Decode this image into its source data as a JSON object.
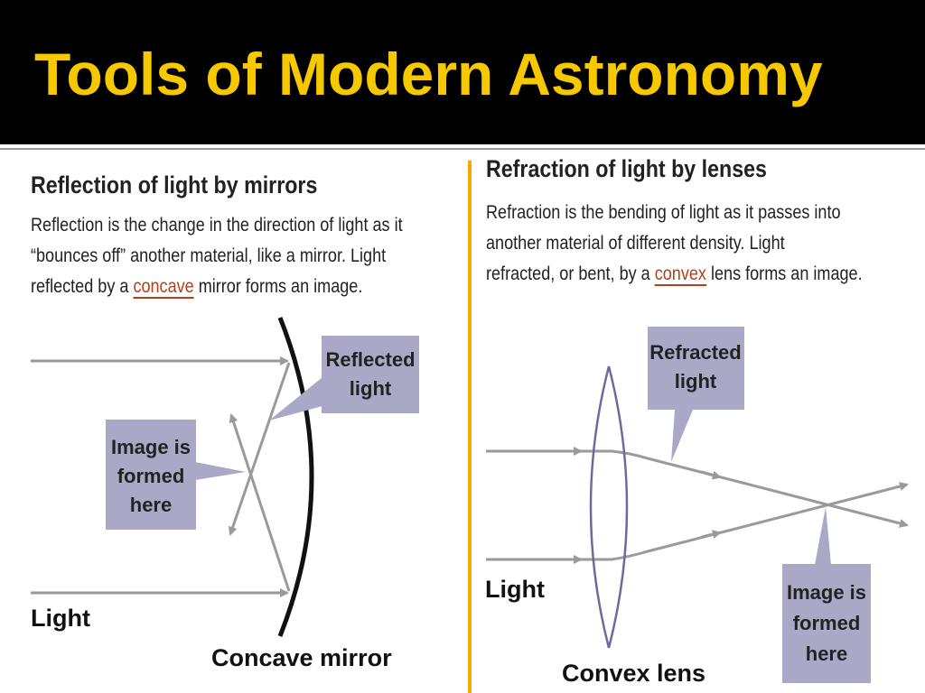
{
  "slide": {
    "title": "Tools of Modern Astronomy"
  },
  "colors": {
    "title": "#f5c800",
    "divider": "#f2a900",
    "keyword": "#b3401b",
    "callout_fill": "#a9a8c7",
    "ray": "#9a9a9a",
    "mirror": "#111111",
    "lens": "#6d6aa0"
  },
  "reflection": {
    "heading": "Reflection of light by mirrors",
    "text_lines": [
      "Reflection is the change in the direction of light as it",
      "“bounces off” another material, like a mirror. Light"
    ],
    "text_prefix": "reflected by a ",
    "keyword": "concave",
    "text_suffix": " mirror forms an image.",
    "callout_reflected": [
      "Reflected",
      "light"
    ],
    "callout_image": [
      "Image is",
      "formed",
      "here"
    ],
    "label_light": "Light",
    "label_mirror": "Concave mirror"
  },
  "refraction": {
    "heading": "Refraction of light by lenses",
    "text_lines": [
      "Refraction is the bending of light as it passes into",
      "another material of different density. Light"
    ],
    "text_prefix": "refracted, or bent, by a ",
    "keyword": "convex",
    "text_suffix": " lens forms an image.",
    "callout_refracted": [
      "Refracted",
      "light"
    ],
    "callout_image": [
      "Image is",
      "formed",
      "here"
    ],
    "label_light": "Light",
    "label_lens": "Convex lens"
  }
}
